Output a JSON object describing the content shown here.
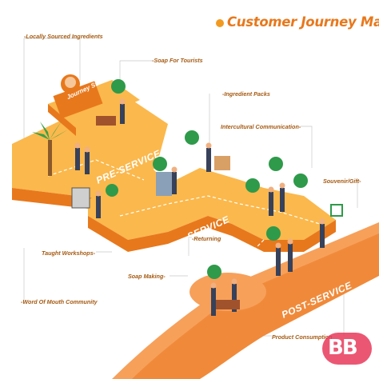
{
  "title": "Customer Journey Map",
  "stages": {
    "pre_service": "PRE-SERVICE",
    "service": "SERVICE",
    "post_service": "POST-SERVICE"
  },
  "sign_text": "Journey Str",
  "labels": {
    "locally_sourced": "-Locally Sourced Ingredients",
    "soap_tourists": "-Soap For Tourists",
    "ingredient_packs": "-Ingredient Packs",
    "intercultural": "Intercultural Communication-",
    "souvenir": "Souvenir/Gift-",
    "returning": "-Returning",
    "taught_workshops": "Taught Workshops-",
    "soap_making": "Soap Making-",
    "word_of_mouth": "-Word Of Mouth Community",
    "product_consumption": "Product Consumption"
  },
  "watermark": "BB",
  "colors": {
    "accent": "#e8781c",
    "path_top": "#fbb84c",
    "path_side": "#e8781c",
    "path_bottom": "#f08a3a",
    "label": "#a55a12"
  }
}
